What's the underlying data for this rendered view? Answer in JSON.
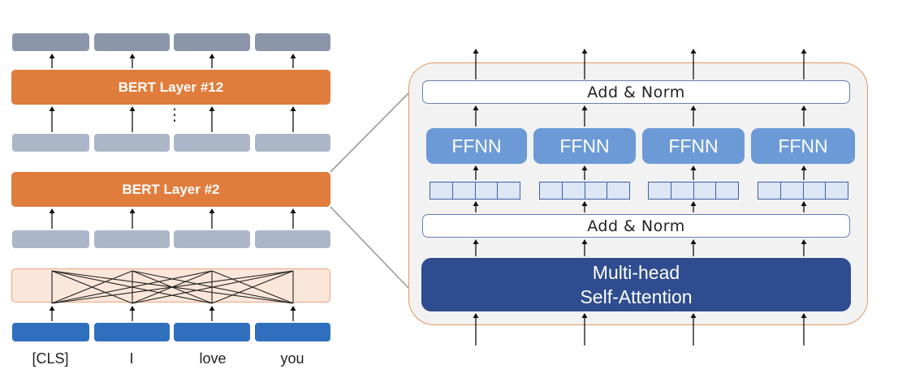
{
  "left": {
    "layer_top_label": "BERT Layer #12",
    "layer_mid_label": "BERT Layer #2",
    "ellipsis": "⋮",
    "tokens": [
      "[CLS]",
      "I",
      "love",
      "you"
    ],
    "colors": {
      "layer": "#e07d3c",
      "embedding": "#2f6fbd",
      "hidden": "#abb6c8",
      "output": "#8c96aa"
    }
  },
  "right": {
    "add_norm_top": "Add & Norm",
    "add_norm_bottom": "Add & Norm",
    "ffnn_labels": [
      "FFNN",
      "FFNN",
      "FFNN",
      "FFNN"
    ],
    "attention_line1": "Multi-head",
    "attention_line2": "Self-Attention",
    "colors": {
      "ffnn": "#6b9ad6",
      "attention": "#2e4c8f",
      "border": "#e3965f"
    }
  }
}
